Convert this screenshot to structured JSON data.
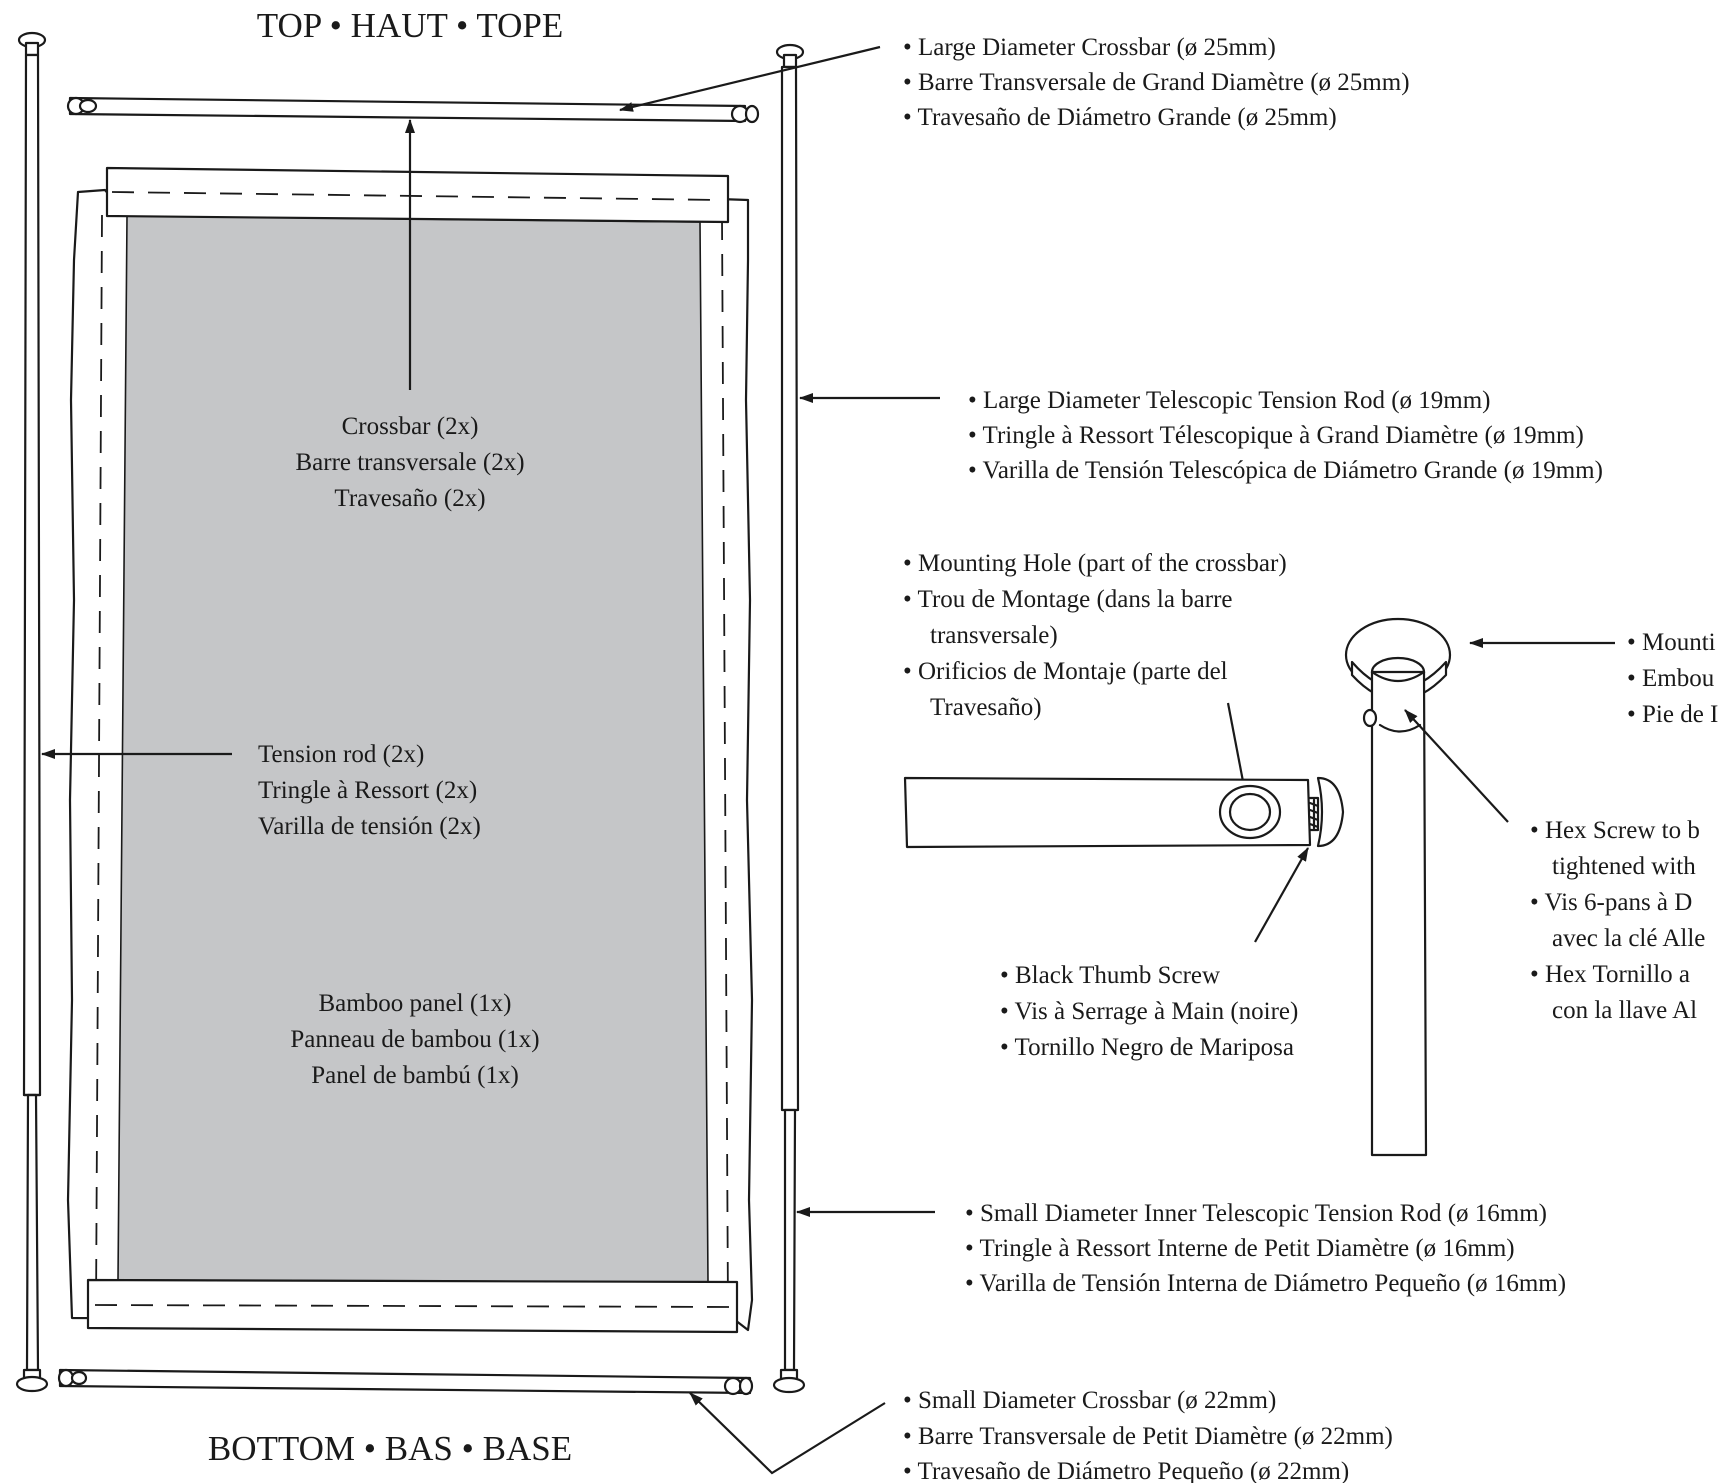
{
  "header": {
    "top": "TOP • HAUT • TOPE",
    "bottom": "BOTTOM • BAS • BASE"
  },
  "center_labels": {
    "crossbar": [
      "Crossbar (2x)",
      "Barre transversale (2x)",
      "Travesaño (2x)"
    ],
    "tension_rod": [
      "Tension rod (2x)",
      "Tringle à Ressort (2x)",
      "Varilla de tensión (2x)"
    ],
    "bamboo_panel": [
      "Bamboo panel (1x)",
      "Panneau de bambou (1x)",
      "Panel de bambú (1x)"
    ]
  },
  "callouts": {
    "large_crossbar": [
      "• Large Diameter Crossbar (ø 25mm)",
      "• Barre Transversale de Grand Diamètre (ø 25mm)",
      "• Travesaño de Diámetro Grande (ø 25mm)"
    ],
    "large_tension_rod": [
      "• Large Diameter Telescopic Tension Rod (ø 19mm)",
      "• Tringle à Ressort Télescopique à Grand Diamètre (ø 19mm)",
      "• Varilla de Tensión Telescópica de Diámetro Grande (ø 19mm)"
    ],
    "mounting_hole": [
      "• Mounting Hole (part of the crossbar)",
      "• Trou de Montage (dans la barre",
      "transversale)",
      "• Orificios de Montaje (parte del",
      "Travesaño)"
    ],
    "mounting_foot": [
      "• Mounti",
      "• Embou",
      "• Pie de I"
    ],
    "hex_screw": [
      "• Hex Screw to b",
      "tightened with",
      "• Vis 6-pans à D",
      "avec la clé Alle",
      "• Hex Tornillo a",
      "con la llave Al"
    ],
    "thumb_screw": [
      "• Black Thumb Screw",
      "• Vis à Serrage à Main (noire)",
      "• Tornillo Negro de Mariposa"
    ],
    "small_tension_rod": [
      "• Small Diameter Inner Telescopic Tension Rod (ø 16mm)",
      "• Tringle à Ressort Interne de Petit Diamètre (ø 16mm)",
      "• Varilla de Tensión Interna de Diámetro Pequeño (ø 16mm)"
    ],
    "small_crossbar": [
      "• Small Diameter Crossbar (ø 22mm)",
      "• Barre Transversale de Petit Diamètre (ø 22mm)",
      "• Travesaño de Diámetro Pequeño (ø 22mm)"
    ]
  },
  "colors": {
    "panel_fill": "#c5c6c8",
    "ink": "#1a1a1a",
    "background": "#ffffff"
  }
}
